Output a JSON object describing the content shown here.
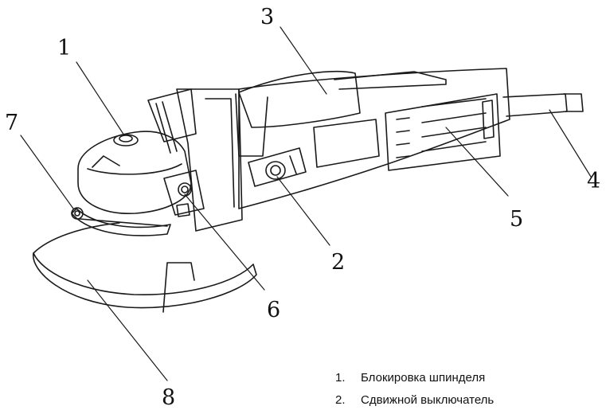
{
  "callouts": [
    "1",
    "2",
    "3",
    "4",
    "5",
    "6",
    "7",
    "8"
  ],
  "legend": [
    {
      "index": "1.",
      "text": "Блокировка шпинделя"
    },
    {
      "index": "2.",
      "text": "Сдвижной выключатель"
    }
  ]
}
